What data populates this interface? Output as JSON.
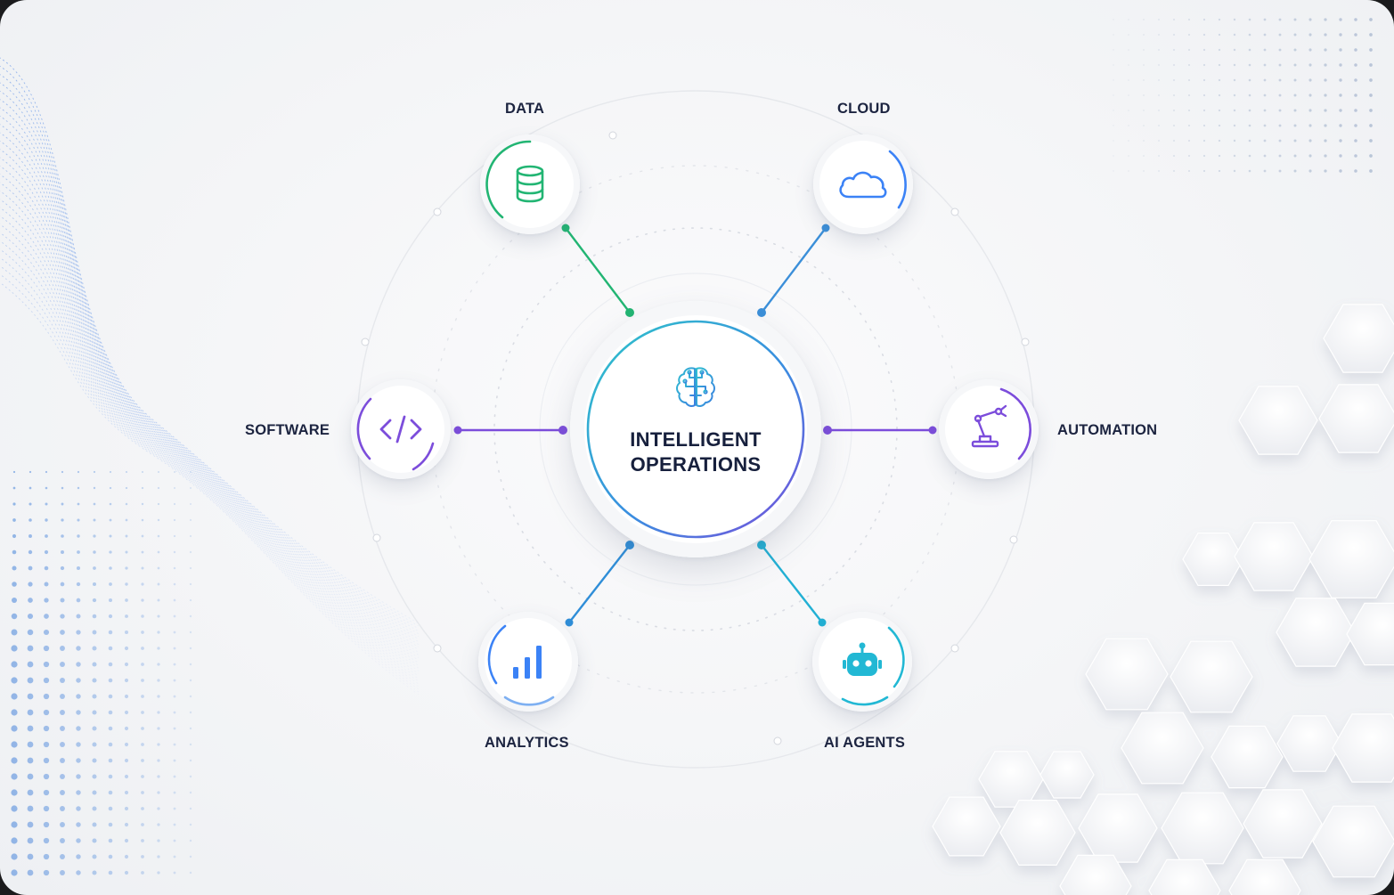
{
  "center": {
    "title_line1": "INTELLIGENT",
    "title_line2": "OPERATIONS",
    "icon": "brain-icon"
  },
  "nodes": [
    {
      "id": "data",
      "label": "DATA",
      "icon": "database-icon",
      "color": "#22b573"
    },
    {
      "id": "cloud",
      "label": "CLOUD",
      "icon": "cloud-icon",
      "color": "#3b82f6"
    },
    {
      "id": "software",
      "label": "SOFTWARE",
      "icon": "code-icon",
      "color": "#7c4ddb"
    },
    {
      "id": "automation",
      "label": "AUTOMATION",
      "icon": "robot-arm-icon",
      "color": "#7c4ddb"
    },
    {
      "id": "analytics",
      "label": "ANALYTICS",
      "icon": "bar-chart-icon",
      "color": "#3b82f6"
    },
    {
      "id": "agents",
      "label": "AI AGENTS",
      "icon": "robot-face-icon",
      "color": "#22b8d4"
    }
  ],
  "colors": {
    "text": "#1c2440",
    "green": "#22b573",
    "blue": "#3b82f6",
    "purple": "#7c4ddb",
    "teal": "#22b8d4"
  }
}
